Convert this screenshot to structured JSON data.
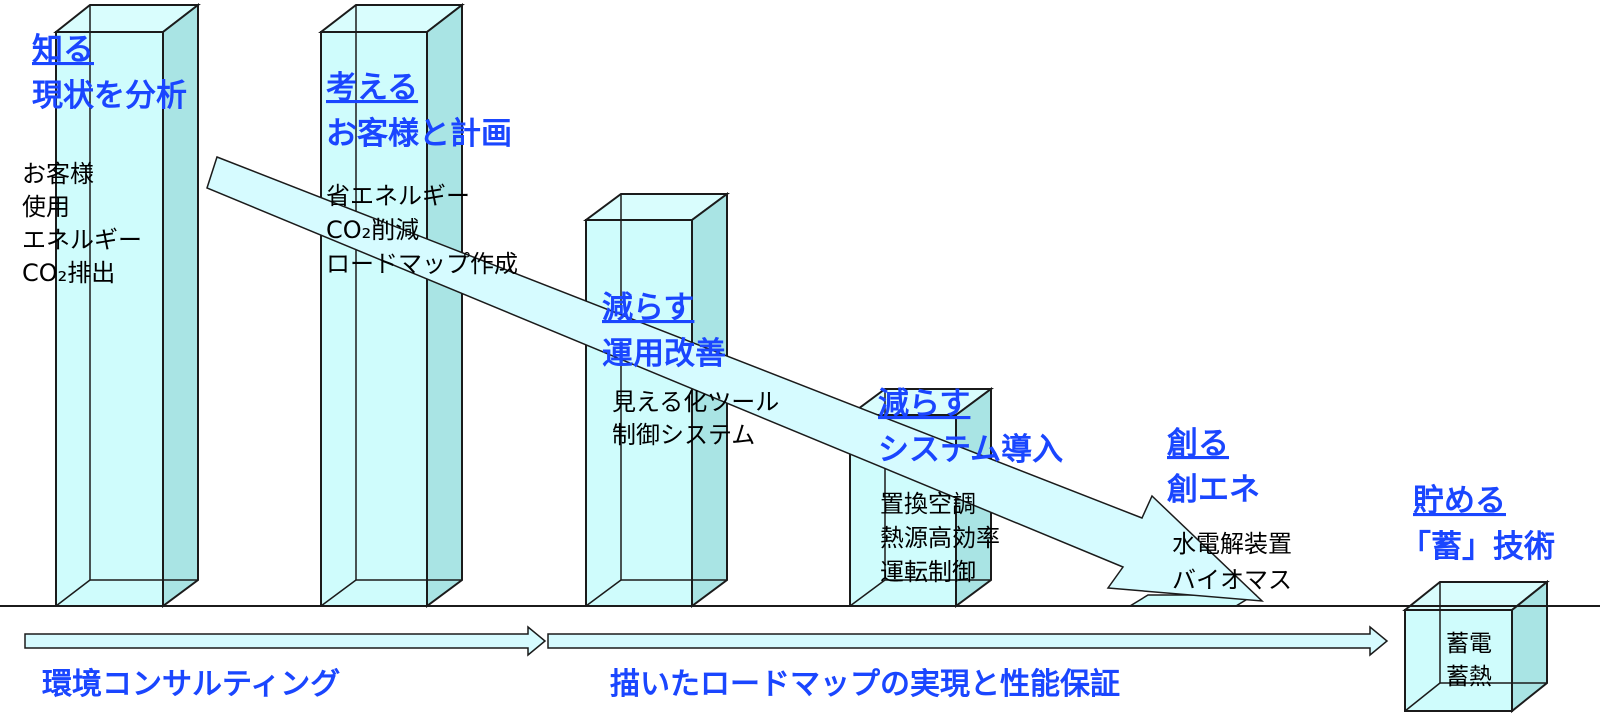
{
  "stages": [
    {
      "heading": "知る",
      "subtitle": "現状を分析",
      "details": [
        "お客様",
        "使用",
        "エネルギー",
        "CO₂排出"
      ]
    },
    {
      "heading": "考える",
      "subtitle": "お客様と計画",
      "details": [
        "省エネルギー",
        "CO₂削減",
        "ロードマップ作成"
      ]
    },
    {
      "heading": "減らす",
      "subtitle": "運用改善",
      "details": [
        "見える化ツール",
        "制御システム"
      ]
    },
    {
      "heading": "減らす",
      "subtitle": "システム導入",
      "details": [
        "置換空調",
        "熱源高効率",
        "運転制御"
      ]
    },
    {
      "heading": "創る",
      "subtitle": "創エネ",
      "details": [
        "水電解装置",
        "バイオマス"
      ]
    },
    {
      "heading": "貯める",
      "subtitle": "「蓄」技術",
      "details": [
        "蓄電",
        "蓄熱"
      ]
    }
  ],
  "phases": [
    {
      "label": "環境コンサルティング"
    },
    {
      "label": "描いたロードマップの実現と性能保証"
    }
  ],
  "colors": {
    "heading": "#1a46ff",
    "box_fill": "#cffcfc",
    "box_side": "#a9e4e4",
    "stroke": "#1b1b1b"
  }
}
